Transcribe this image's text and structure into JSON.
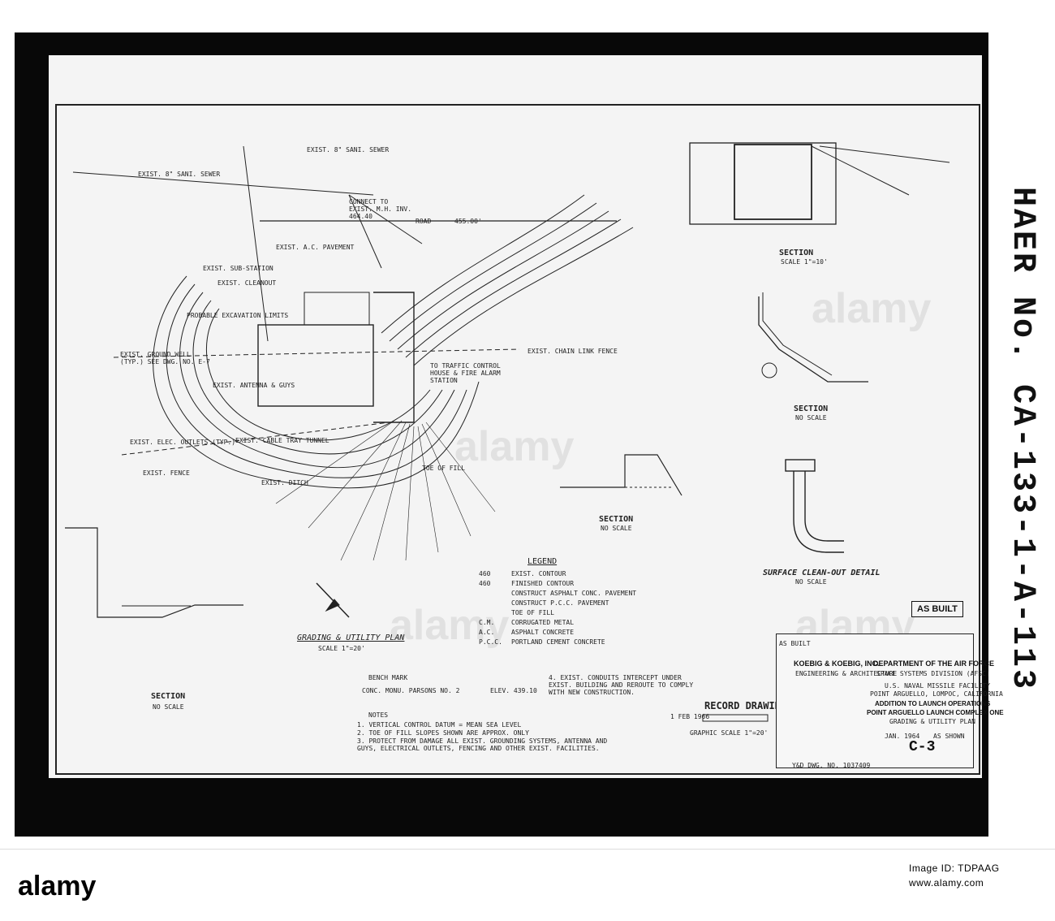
{
  "document": {
    "haer_number": "HAER No. CA-133-1-A-113",
    "as_built_stamp": "AS BUILT",
    "sheet_number": "C-3",
    "ysd_dwg_no": "Y&D DWG. NO. 1037409",
    "record_drawing": "RECORD DRAWING",
    "record_date": "1 FEB 1966",
    "graphic_scale": "GRAPHIC SCALE 1\"=20'"
  },
  "plan": {
    "title": "GRADING & UTILITY PLAN",
    "scale": "SCALE 1\"=20'",
    "bench_mark_label": "BENCH MARK",
    "bench_mark": "CONC. MONU. PARSONS NO. 2",
    "bench_elev": "ELEV. 439.10",
    "labels": {
      "sewer_top": "EXIST. 8\" SANI. SEWER",
      "sewer_left": "EXIST. 8\" SANI. SEWER",
      "connect": "CONNECT TO EXIST. M.H. INV. 464.40",
      "road": "ROAD",
      "road_elev": "455.00'",
      "pavement": "EXIST. A.C. PAVEMENT",
      "substation": "EXIST. SUB-STATION",
      "cleanout": "EXIST. CLEANOUT",
      "excavation": "PROBABLE EXCAVATION LIMITS",
      "ground_well": "EXIST. GROUND WELL (TYP.) SEE DWG. NO. E-7",
      "chain_link": "EXIST. CHAIN LINK FENCE",
      "traffic": "TO TRAFFIC CONTROL HOUSE & FIRE ALARM STATION",
      "elec_outlets": "EXIST. ELEC. OUTLETS (TYP.)",
      "fence": "EXIST. FENCE",
      "ditch": "EXIST. DITCH",
      "cable_tray": "EXIST. CABLE TRAY TUNNEL",
      "antenna": "EXIST. ANTENNA & GUYS",
      "toe_of_fill": "TOE OF FILL"
    }
  },
  "legend": {
    "title": "LEGEND",
    "items": [
      {
        "symbol": "460",
        "text": "EXIST. CONTOUR"
      },
      {
        "symbol": "460",
        "text": "FINISHED CONTOUR"
      },
      {
        "symbol": "",
        "text": "CONSTRUCT ASPHALT CONC. PAVEMENT"
      },
      {
        "symbol": "",
        "text": "CONSTRUCT P.C.C. PAVEMENT"
      },
      {
        "symbol": "",
        "text": "TOE OF FILL"
      },
      {
        "symbol": "C.M.",
        "text": "CORRUGATED METAL"
      },
      {
        "symbol": "A.C.",
        "text": "ASPHALT CONCRETE"
      },
      {
        "symbol": "P.C.C.",
        "text": "PORTLAND CEMENT CONCRETE"
      }
    ]
  },
  "sections": {
    "s1": {
      "title": "SECTION",
      "scale": "SCALE 1\"=10'"
    },
    "s2": {
      "title": "SECTION",
      "scale": "NO SCALE"
    },
    "s3": {
      "title": "SECTION",
      "scale": "NO SCALE"
    },
    "s4": {
      "title": "SECTION",
      "scale": "NO SCALE"
    },
    "cleanout": {
      "title": "SURFACE CLEAN-OUT DETAIL",
      "scale": "NO SCALE"
    }
  },
  "notes": {
    "title": "NOTES",
    "items": [
      "1. VERTICAL CONTROL DATUM = MEAN SEA LEVEL",
      "2. TOE OF FILL SLOPES SHOWN ARE APPROX. ONLY",
      "3. PROTECT FROM DAMAGE ALL EXIST. GROUNDING SYSTEMS, ANTENNA AND GUYS, ELECTRICAL OUTLETS, FENCING AND OTHER EXIST. FACILITIES."
    ],
    "conduit_note": "4. EXIST. CONDUITS INTERCEPT UNDER EXIST. BUILDING AND REROUTE TO COMPLY WITH NEW CONSTRUCTION."
  },
  "title_block": {
    "firm": "KOEBIG & KOEBIG, INC.",
    "firm_sub": "ENGINEERING & ARCHITECTURE",
    "dept": "DEPARTMENT OF THE AIR FORCE",
    "division": "SPACE SYSTEMS DIVISION (AFSC)",
    "facility": "U.S. NAVAL MISSILE FACILITY",
    "location": "POINT ARGUELLO, LOMPOC, CALIFORNIA",
    "project1": "ADDITION TO LAUNCH OPERATIONS",
    "project2": "POINT ARGUELLO LAUNCH COMPLEX ONE",
    "sheet_title": "GRADING & UTILITY PLAN",
    "date": "JAN. 1964",
    "scale": "AS SHOWN",
    "revision": "AS BUILT"
  },
  "watermark": "alamy",
  "footer": {
    "logo": "alamy",
    "image_id_label": "Image ID: TDPAAG",
    "site": "www.alamy.com"
  }
}
